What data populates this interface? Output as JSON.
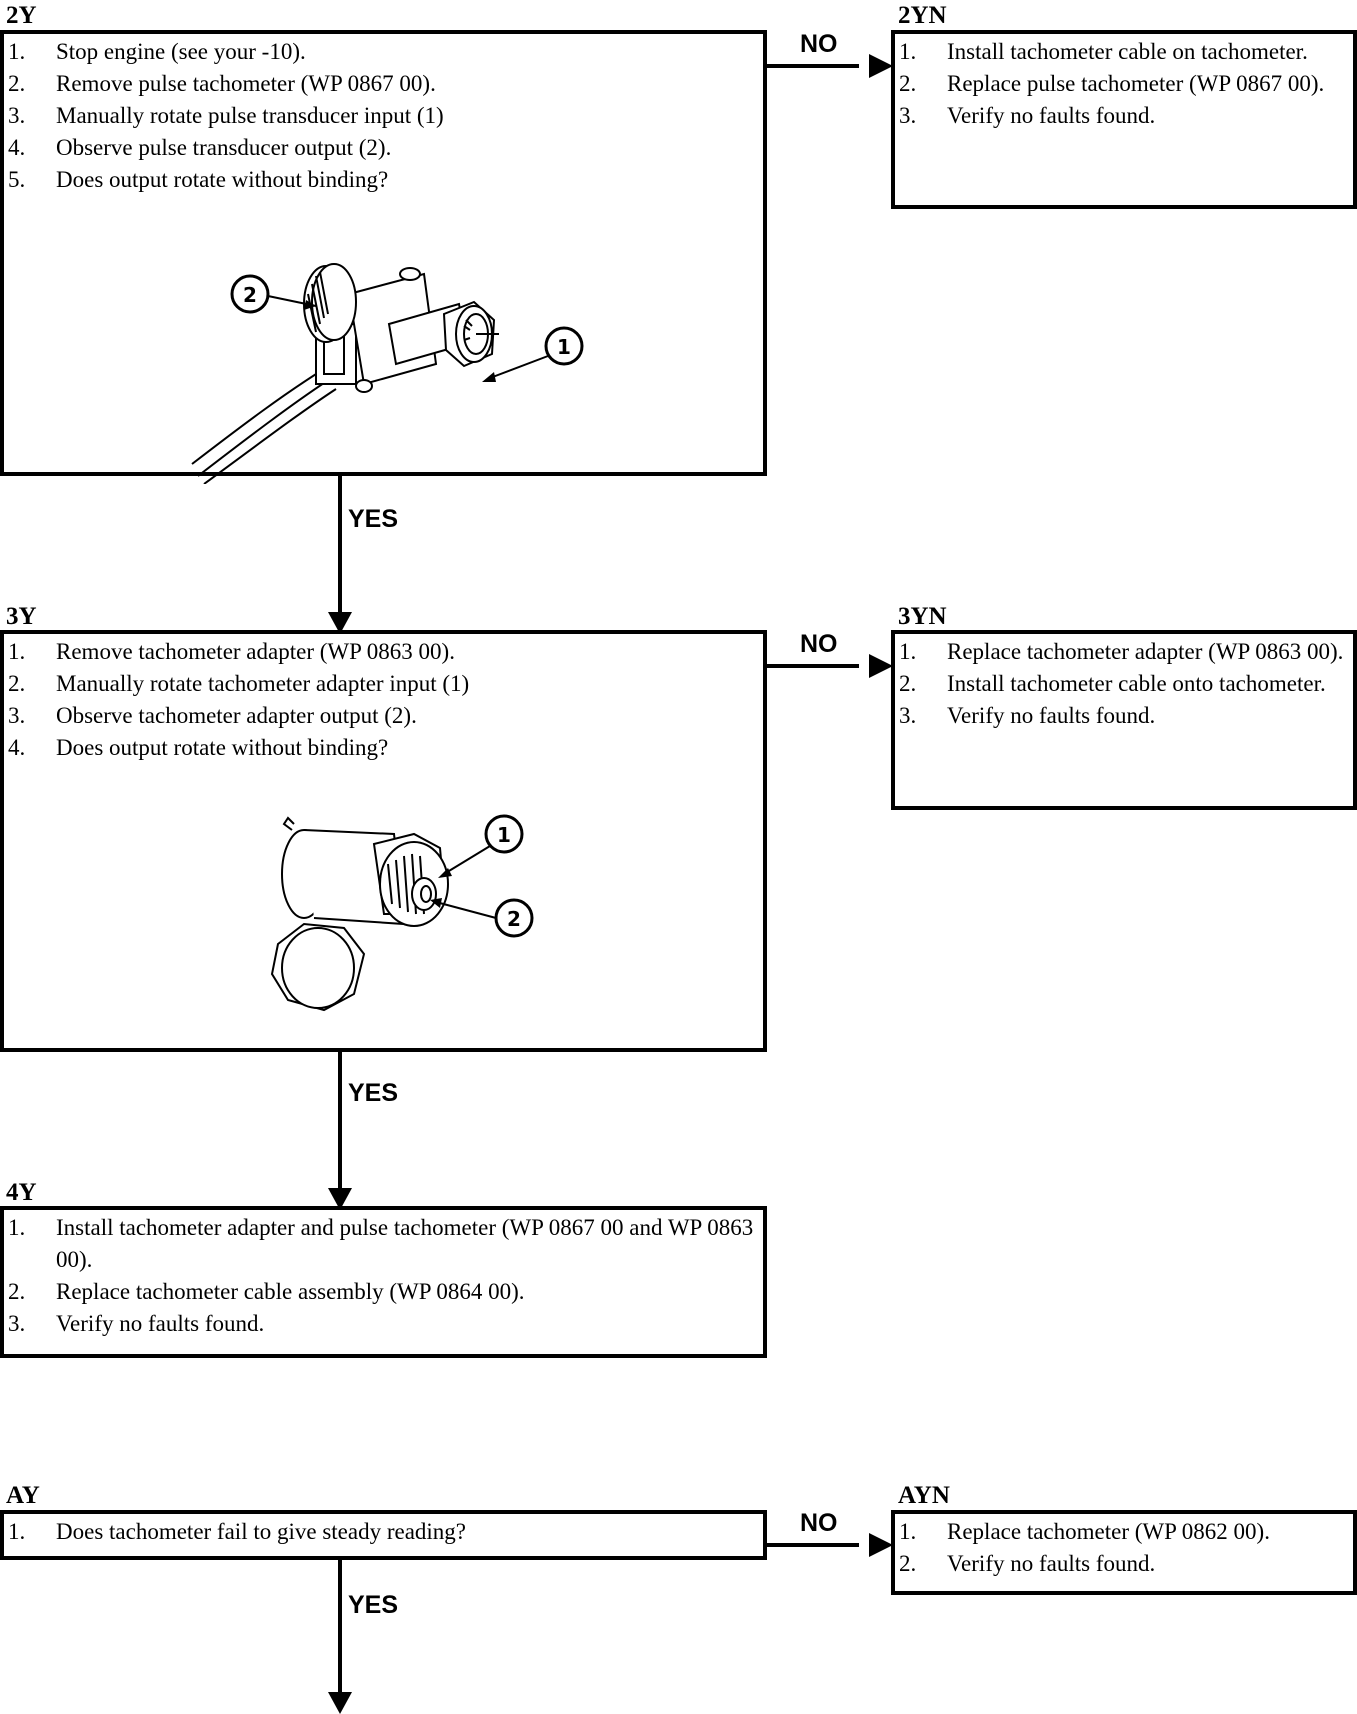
{
  "steps": {
    "s2y": {
      "label": "2Y",
      "items": [
        {
          "num": "1.",
          "text": "Stop engine (see your -10)."
        },
        {
          "num": "2.",
          "text": "Remove pulse tachometer (WP 0867 00)."
        },
        {
          "num": "3.",
          "text": "Manually rotate pulse transducer input (1)"
        },
        {
          "num": "4.",
          "text": "Observe pulse transducer output (2)."
        },
        {
          "num": "5.",
          "text": "Does output rotate without binding?"
        }
      ],
      "callouts": [
        "2",
        "1"
      ]
    },
    "s2yn": {
      "label": "2YN",
      "items": [
        {
          "num": "1.",
          "text": "Install tachometer cable on tachometer."
        },
        {
          "num": "2.",
          "text": "Replace pulse tachometer (WP 0867 00)."
        },
        {
          "num": "3.",
          "text": "Verify no faults found."
        }
      ]
    },
    "s3y": {
      "label": "3Y",
      "items": [
        {
          "num": "1.",
          "text": "Remove tachometer adapter (WP 0863 00)."
        },
        {
          "num": "2.",
          "text": "Manually rotate tachometer adapter input (1)"
        },
        {
          "num": "3.",
          "text": "Observe tachometer adapter output (2)."
        },
        {
          "num": "4.",
          "text": "Does output rotate without binding?"
        }
      ],
      "callouts": [
        "1",
        "2"
      ]
    },
    "s3yn": {
      "label": "3YN",
      "items": [
        {
          "num": "1.",
          "text": "Replace tachometer adapter (WP 0863 00)."
        },
        {
          "num": "2.",
          "text": "Install tachometer cable onto tachometer."
        },
        {
          "num": "3.",
          "text": "Verify no faults found."
        }
      ]
    },
    "s4y": {
      "label": "4Y",
      "items": [
        {
          "num": "1.",
          "text": "Install tachometer adapter and pulse tachometer (WP 0867 00 and WP 0863 00)."
        },
        {
          "num": "2.",
          "text": "Replace tachometer cable assembly (WP 0864 00)."
        },
        {
          "num": "3.",
          "text": "Verify no faults found."
        }
      ]
    },
    "say": {
      "label": "AY",
      "items": [
        {
          "num": "1.",
          "text": "Does tachometer fail to give steady reading?"
        }
      ]
    },
    "sayn": {
      "label": "AYN",
      "items": [
        {
          "num": "1.",
          "text": "Replace tachometer (WP 0862 00)."
        },
        {
          "num": "2.",
          "text": "Verify no faults found."
        }
      ]
    }
  },
  "arrows": {
    "no": "NO",
    "yes": "YES"
  }
}
